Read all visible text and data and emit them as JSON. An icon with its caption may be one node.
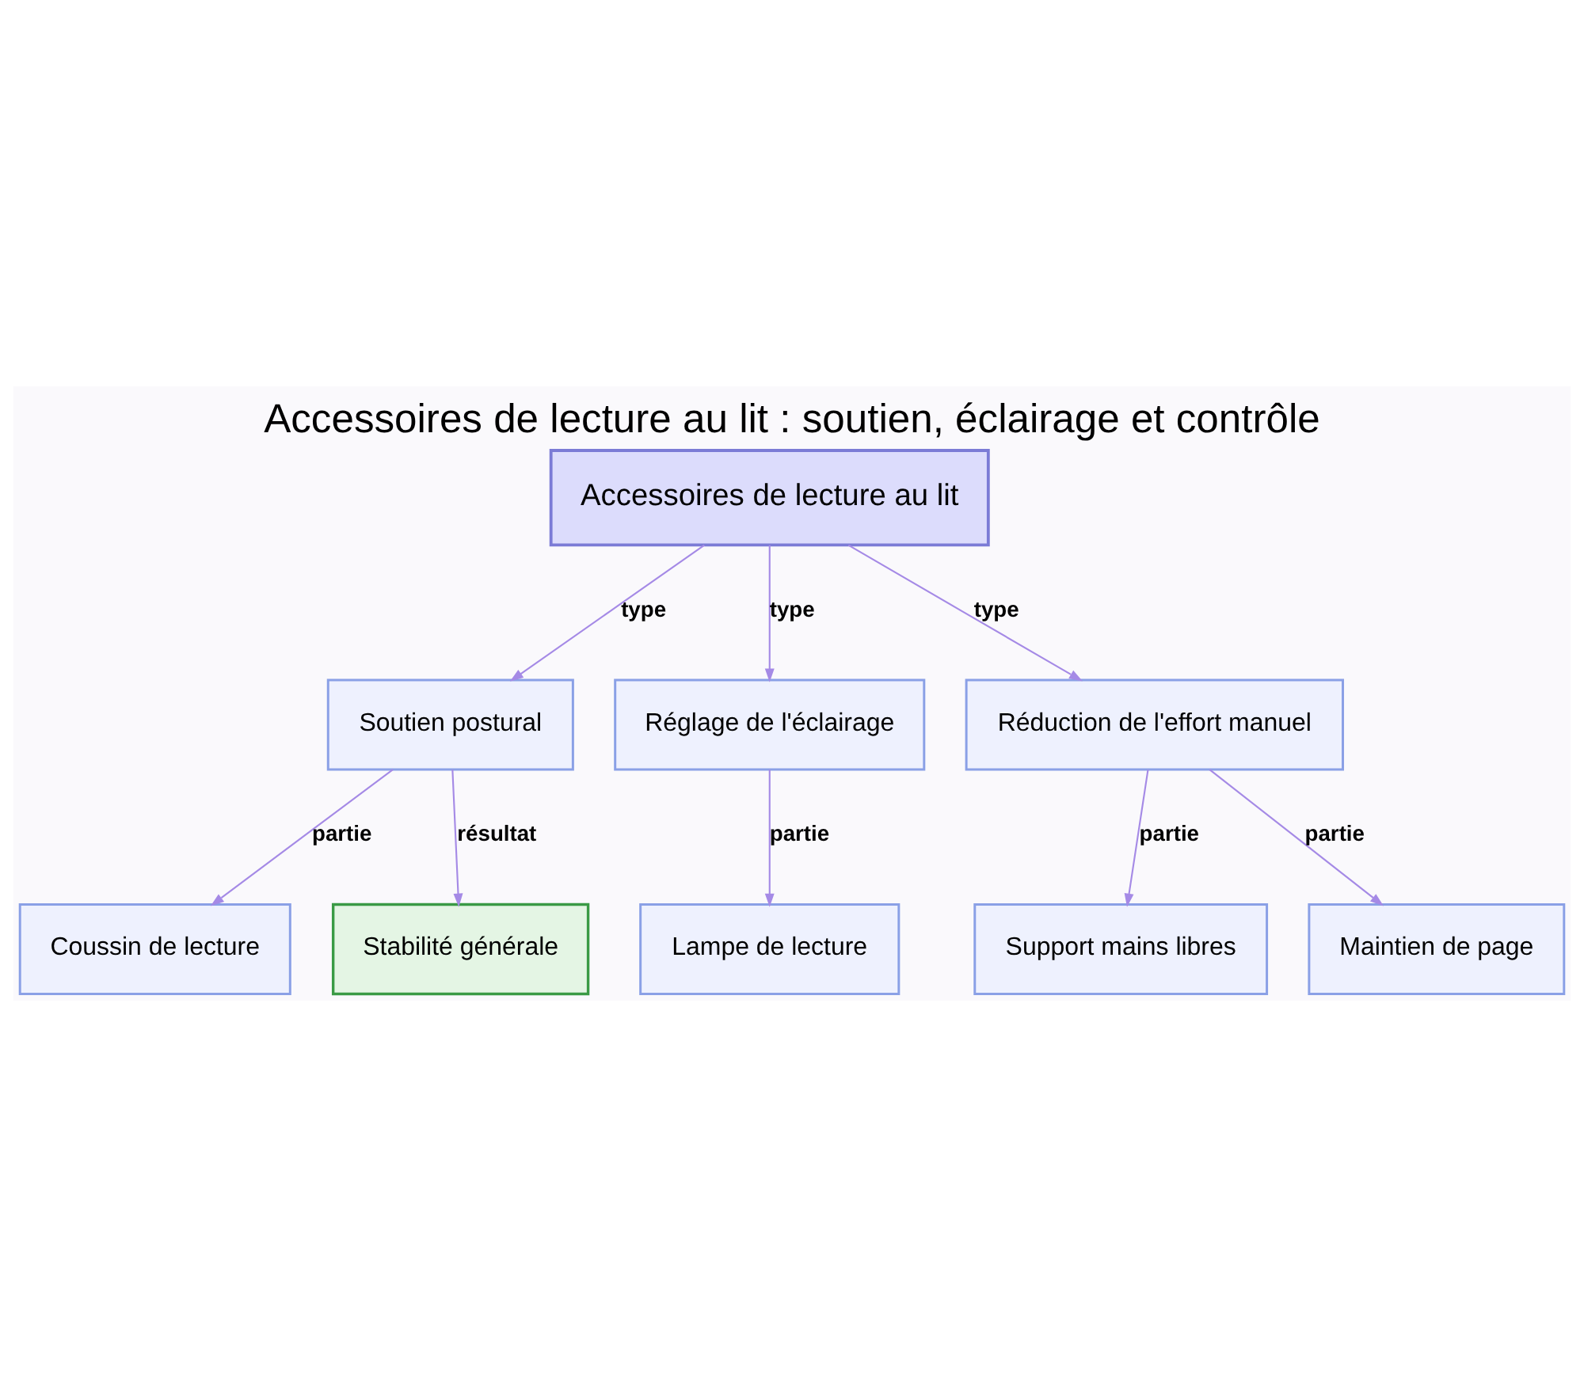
{
  "diagram": {
    "title": "Accessoires de lecture au lit : soutien, éclairage et contrôle",
    "nodes": [
      {
        "text": [
          "Accessoires de lecture au lit"
        ]
      },
      {
        "text": [
          "Soutien postural"
        ]
      },
      {
        "text": [
          "Réglage de l'éclairage"
        ]
      },
      {
        "text": [
          "Réduction de l'effort manuel"
        ]
      },
      {
        "text": [
          "Coussin de lecture"
        ]
      },
      {
        "text": [
          "Stabilité générale"
        ]
      },
      {
        "text": [
          "Lampe de lecture"
        ]
      },
      {
        "text": [
          "Support mains libres"
        ]
      },
      {
        "text": [
          "Maintien de page"
        ]
      }
    ],
    "edges": [
      {
        "from": 0,
        "to": 1,
        "arrow": "to",
        "label": "type"
      },
      {
        "from": 0,
        "to": 2,
        "arrow": "to",
        "label": "type"
      },
      {
        "from": 0,
        "to": 3,
        "arrow": "to",
        "label": "type"
      },
      {
        "from": 1,
        "to": 4,
        "arrow": "to",
        "label": "partie"
      },
      {
        "from": 1,
        "to": 5,
        "arrow": "to",
        "label": "résultat"
      },
      {
        "from": 2,
        "to": 6,
        "arrow": "to",
        "label": "partie"
      },
      {
        "from": 3,
        "to": 7,
        "arrow": "to",
        "label": "partie"
      },
      {
        "from": 3,
        "to": 8,
        "arrow": "to",
        "label": "partie"
      }
    ]
  }
}
